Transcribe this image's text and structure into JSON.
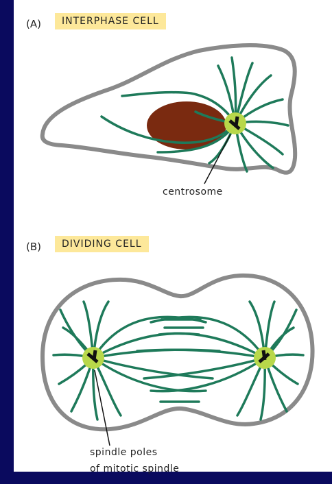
{
  "panels": {
    "a": {
      "letter": "(A)",
      "title": "INTERPHASE CELL",
      "annotation": "centrosome"
    },
    "b": {
      "letter": "(B)",
      "title": "DIVIDING CELL",
      "annotation_line1": "spindle poles",
      "annotation_line2": "of mitotic spindle"
    }
  },
  "colors": {
    "background": "#0a0a5e",
    "cell_outline": "#8a8a8a",
    "microtubule": "#1e7a5a",
    "nucleus": "#7a2a10",
    "centrosome": "#b8d84a",
    "label_box": "#fde89a"
  }
}
